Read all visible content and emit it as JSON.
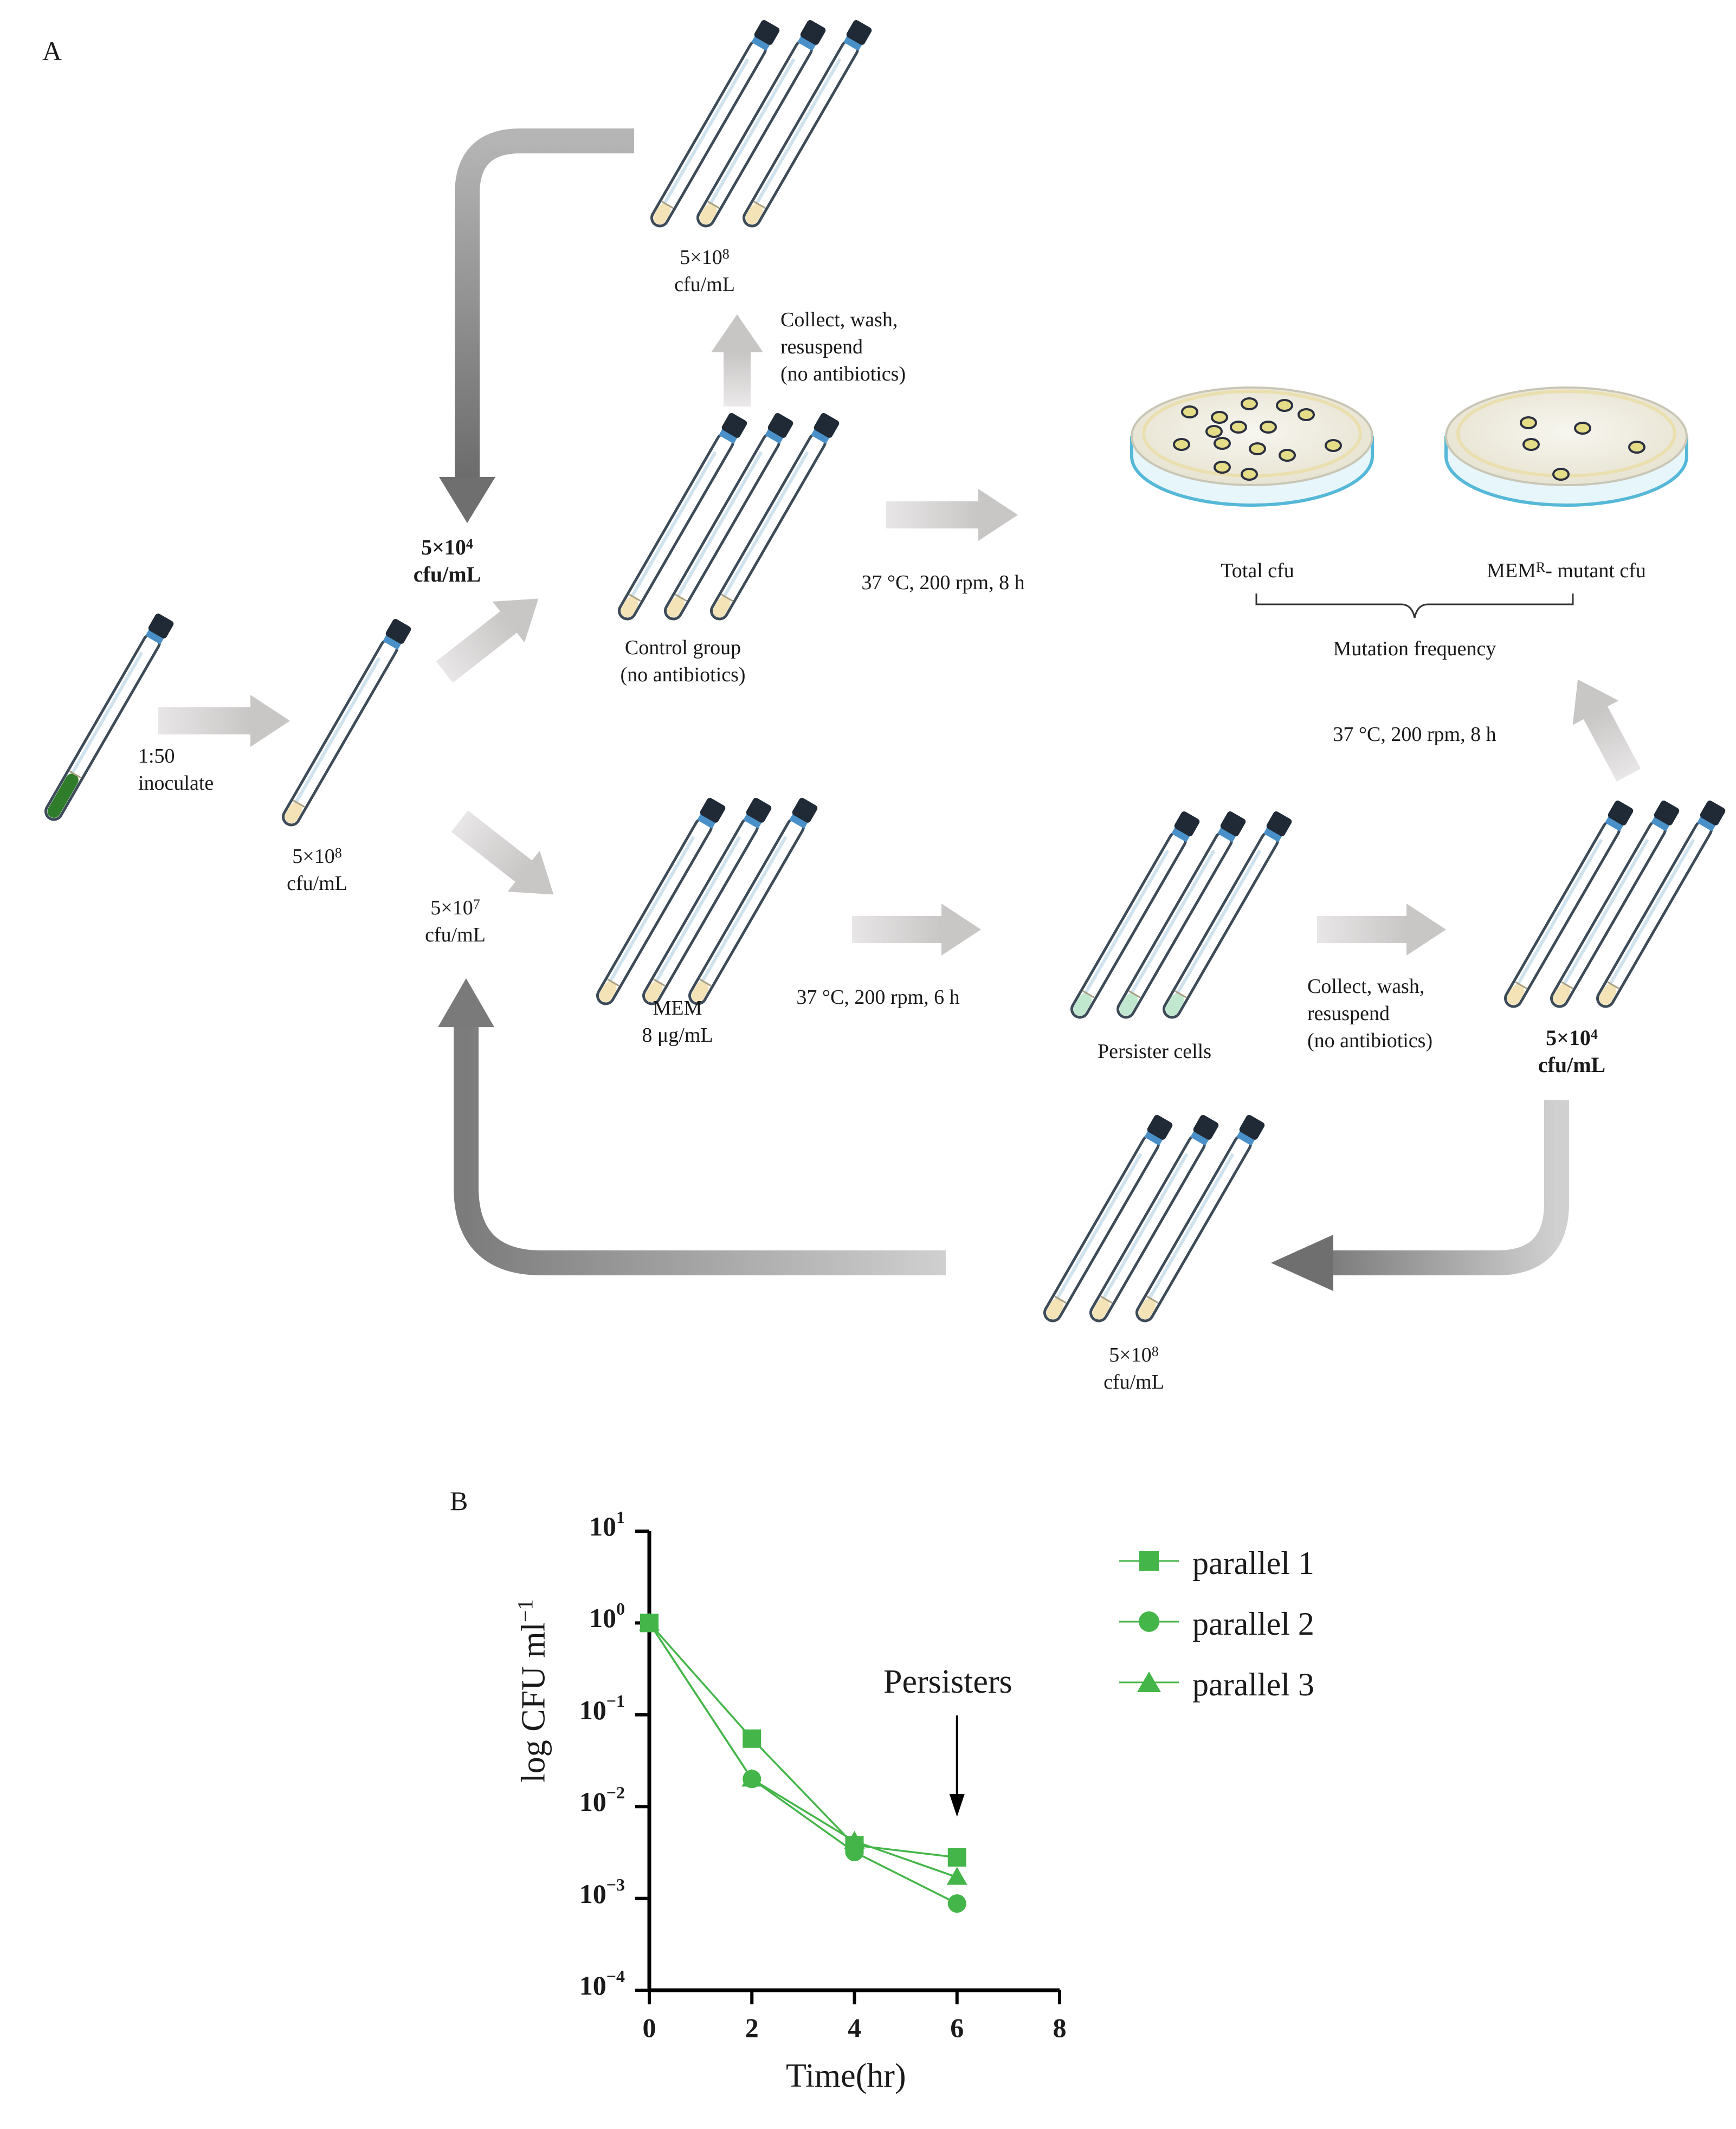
{
  "panels": {
    "a": "A",
    "b": "B"
  },
  "diagram": {
    "start": {
      "dilution": "1:50",
      "action": "inoculate"
    },
    "first_culture": {
      "count": "5×10",
      "exp": "8",
      "unit": "cfu/mL"
    },
    "top_pool": {
      "count": "5×10",
      "exp": "4",
      "unit": "cfu/mL"
    },
    "bottom_pool": {
      "count": "5×10",
      "exp": "7",
      "unit": "cfu/mL"
    },
    "control": {
      "label1": "Control group",
      "label2": "(no antibiotics)"
    },
    "control_regrowth": {
      "count": "5×10",
      "exp": "8",
      "unit": "cfu/mL"
    },
    "collect_top": {
      "l1": "Collect, wash,",
      "l2": "resuspend",
      "l3": "(no antibiotics)"
    },
    "cond_control": "37 °C, 200 rpm, 8 h",
    "plates": {
      "total": "Total cfu",
      "mutant_pre": "MEM",
      "mutant_sup": "R",
      "mutant_post": "- mutant cfu",
      "frequency": "Mutation frequency"
    },
    "mem": {
      "label1": "MEM",
      "label2": "8 μg/mL"
    },
    "cond_mem": "37 °C, 200 rpm, 6 h",
    "persister": "Persister cells",
    "collect_bottom": {
      "l1": "Collect, wash,",
      "l2": "resuspend",
      "l3": "(no antibiotics)"
    },
    "resuspended": {
      "count": "5×10",
      "exp": "4",
      "unit": "cfu/mL"
    },
    "cond_right": "37 °C, 200 rpm, 8 h",
    "bottom_regrowth": {
      "count": "5×10",
      "exp": "8",
      "unit": "cfu/mL"
    },
    "colors": {
      "tube_cap": "#1f2a36",
      "tube_band": "#4a90c8",
      "medium": "#f3e3b6",
      "inoculum": "#2f7d2a",
      "persister_medium": "#bfe8cf",
      "arrow_light": "#d6d3d3",
      "arrow_dark": "#8a8a8a",
      "plate_rim": "#56b8d8",
      "plate_fill": "#f2f0e8",
      "colony": "#e5dc88"
    }
  },
  "chart_data": {
    "type": "line",
    "x": [
      0,
      2,
      4,
      6
    ],
    "series": [
      {
        "name": "parallel 1",
        "marker": "square",
        "values": [
          1,
          0.055,
          0.0038,
          0.0028
        ]
      },
      {
        "name": "parallel 2",
        "marker": "circle",
        "values": [
          1,
          0.02,
          0.0032,
          0.00088
        ]
      },
      {
        "name": "parallel 3",
        "marker": "triangle",
        "values": [
          1,
          0.02,
          0.0042,
          0.0017
        ]
      }
    ],
    "xlabel": "Time(hr)",
    "ylabel": "log CFU ml",
    "ylabel_sup": "−1",
    "xlim": [
      0,
      8
    ],
    "xticks": [
      "0",
      "2",
      "4",
      "6",
      "8"
    ],
    "ylim": [
      0.0001,
      10
    ],
    "yscale": "log",
    "ytick_base": "10",
    "ytick_exps": [
      "1",
      "0",
      "−1",
      "−2",
      "−3",
      "−4"
    ],
    "annotation": "Persisters",
    "annotation_x": 6,
    "color": "#44b549",
    "legend_position": "right"
  }
}
